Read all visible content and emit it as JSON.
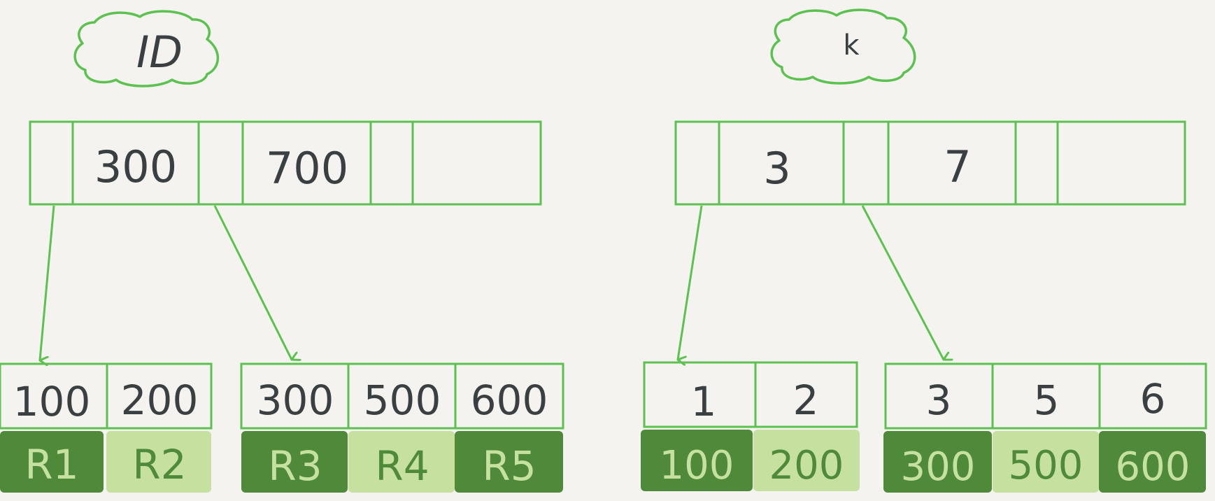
{
  "colors": {
    "background": "#f4f3ef",
    "line_green": "#5cc24f",
    "ink": "#3a3f42",
    "dark_green": "#4f8a3a",
    "light_green": "#c6e0a0",
    "dark_green_text": "#c6e0a0",
    "light_green_text": "#4f8a3a"
  },
  "trees": [
    {
      "title": "ID",
      "root": {
        "keys": [
          "300",
          "700"
        ]
      },
      "leaves": [
        {
          "keys": [
            "100",
            "200"
          ],
          "values": [
            "R1",
            "R2"
          ]
        },
        {
          "keys": [
            "300",
            "500",
            "600"
          ],
          "values": [
            "R3",
            "R4",
            "R5"
          ]
        }
      ]
    },
    {
      "title": "k",
      "root": {
        "keys": [
          "3",
          "7"
        ]
      },
      "leaves": [
        {
          "keys": [
            "1",
            "2"
          ],
          "values": [
            "100",
            "200"
          ]
        },
        {
          "keys": [
            "3",
            "5",
            "6"
          ],
          "values": [
            "300",
            "500",
            "600"
          ]
        }
      ]
    }
  ]
}
